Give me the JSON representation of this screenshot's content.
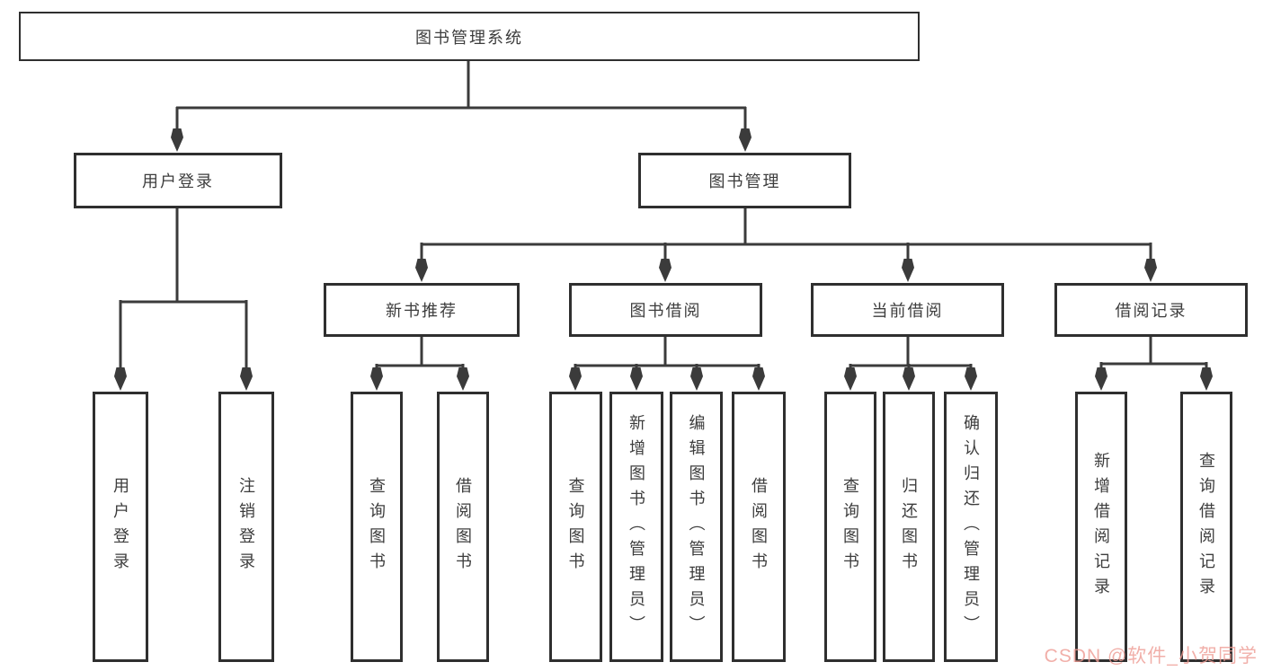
{
  "diagram": {
    "title": "图书管理系统",
    "branches": [
      {
        "label": "用户登录",
        "children": [
          {
            "label": "用户登录"
          },
          {
            "label": "注销登录"
          }
        ]
      },
      {
        "label": "图书管理",
        "children": [
          {
            "label": "新书推荐",
            "children": [
              {
                "label": "查询图书"
              },
              {
                "label": "借阅图书"
              }
            ]
          },
          {
            "label": "图书借阅",
            "children": [
              {
                "label": "查询图书"
              },
              {
                "label": "新增图书（管理员）"
              },
              {
                "label": "编辑图书（管理员）"
              },
              {
                "label": "借阅图书"
              }
            ]
          },
          {
            "label": "当前借阅",
            "children": [
              {
                "label": "查询图书"
              },
              {
                "label": "归还图书"
              },
              {
                "label": "确认归还（管理员）"
              }
            ]
          },
          {
            "label": "借阅记录",
            "children": [
              {
                "label": "新增借阅记录"
              },
              {
                "label": "查询借阅记录"
              }
            ]
          }
        ]
      }
    ]
  },
  "watermark": {
    "text": "CSDN @软件_小贺同学",
    "color": "#ee9c94"
  },
  "colors": {
    "background": "#ffffff",
    "box_fill": "#ffffff",
    "box_border": "#2f2f2f",
    "connector": "#3b3b3b",
    "text": "#3d3d3d"
  }
}
